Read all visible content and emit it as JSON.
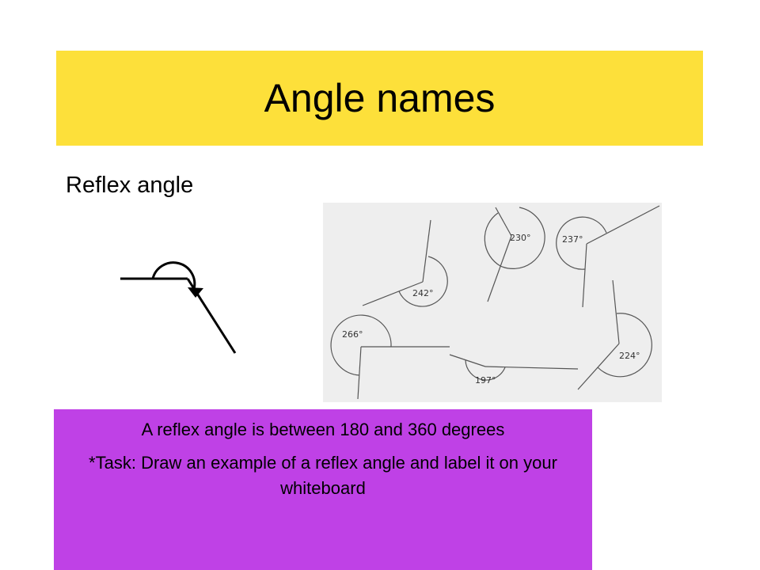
{
  "slide": {
    "title": "Angle names",
    "subtitle": "Reflex angle",
    "definition": "A reflex angle is between 180 and 360 degrees",
    "task": "*Task: Draw an example of a reflex angle and label it on your whiteboard"
  },
  "examples": {
    "angles": [
      "230°",
      "237°",
      "242°",
      "266°",
      "224°",
      "197°"
    ]
  },
  "colors": {
    "title_banner": "#fde03a",
    "info_box": "#bf41e6",
    "examples_background": "#eeeeee"
  }
}
